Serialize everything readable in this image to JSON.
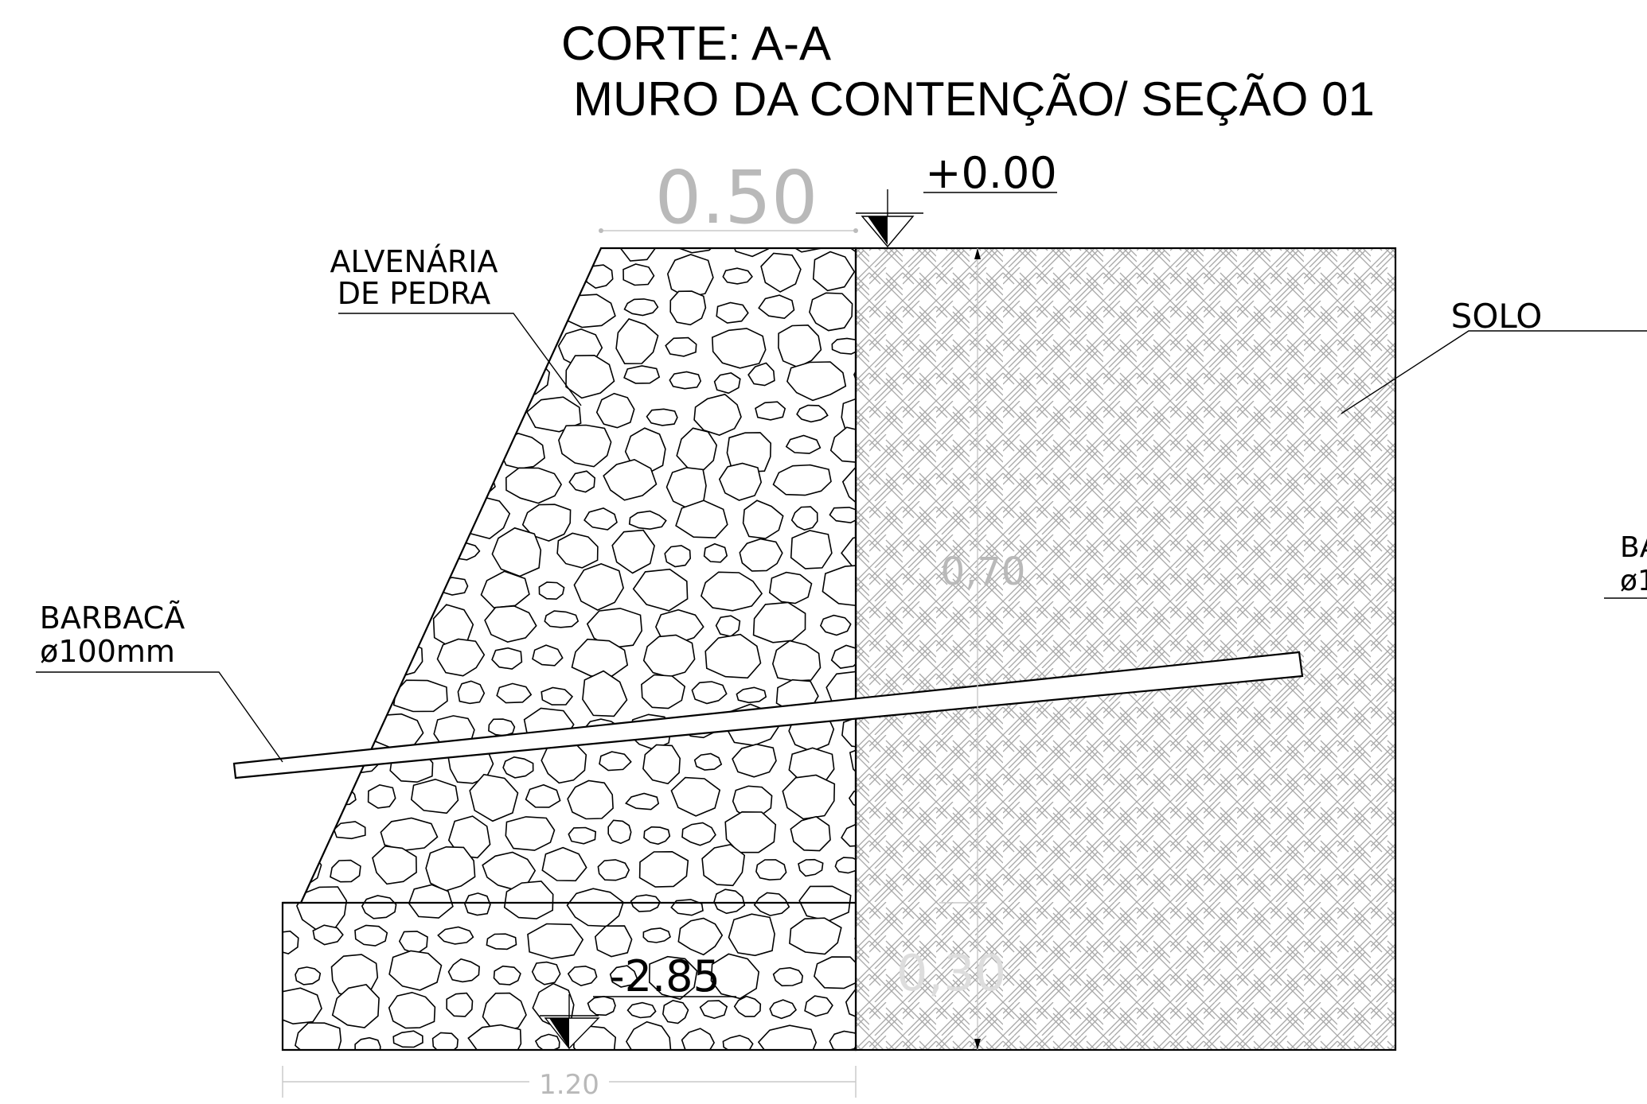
{
  "title": {
    "line1": "CORTE: A-A",
    "line2": "MURO DA CONTENÇÃO/ SEÇÃO 01"
  },
  "labels": {
    "masonry_line1": "ALVENÁRIA",
    "masonry_line2": "DE  PEDRA",
    "soil": "SOLO",
    "drain_line1": "BARBACÃ",
    "drain_line2": "ø100mm",
    "drain_right_line1": "BA",
    "drain_right_line2": "ø1"
  },
  "levels": {
    "top": "+0.00",
    "bottom": "-2.85"
  },
  "dimensions": {
    "top_width": "0.50",
    "base_width": "1.20",
    "wall_height": "0,70",
    "footing_height": "0,30"
  },
  "colors": {
    "line": "#000000",
    "dimension": "#b9b9b9",
    "hatch": "#b0b0b0"
  }
}
